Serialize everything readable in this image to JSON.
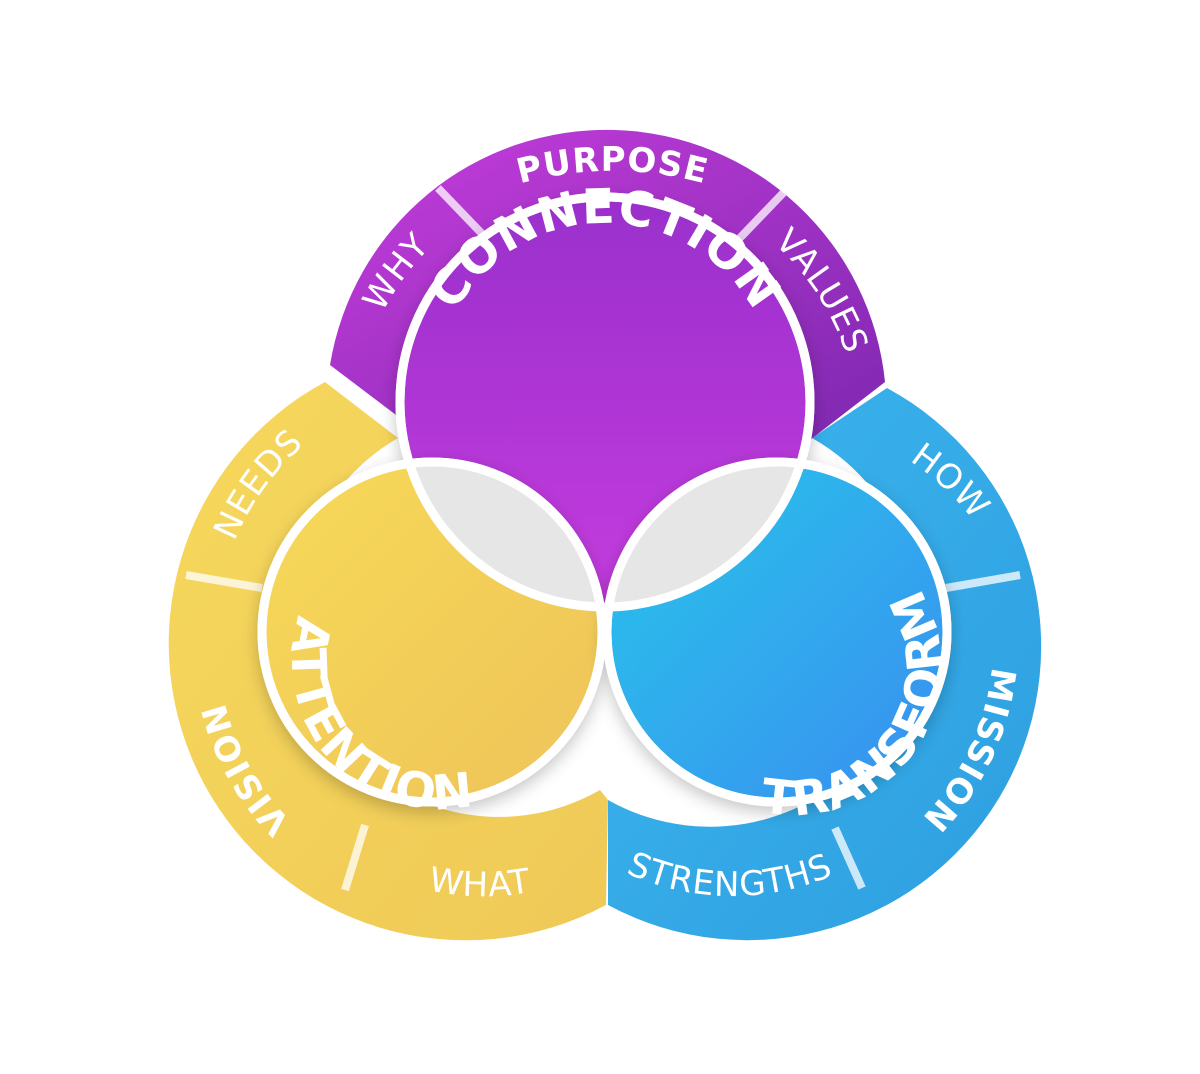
{
  "diagram": {
    "circles": [
      {
        "id": "connection",
        "label": "CONNECTION",
        "color_outer_start": "#c63ddc",
        "color_outer_end": "#7e28b0",
        "color_inner_start": "#9a2fcc",
        "color_inner_end": "#c43cde",
        "outer_segments": [
          "WHY",
          "PURPOSE",
          "VALUES"
        ]
      },
      {
        "id": "attention",
        "label": "ATTENTION",
        "color_outer_start": "#f6d85c",
        "color_outer_end": "#efc957",
        "color_inner_start": "#f7da58",
        "color_inner_end": "#eec35a",
        "outer_segments": [
          "NEEDS",
          "VISION",
          "WHAT"
        ]
      },
      {
        "id": "transform",
        "label": "TRANSFORM",
        "color_outer_start": "#3bb6ee",
        "color_outer_end": "#2e9ee0",
        "color_inner_start": "#27c6ea",
        "color_inner_end": "#3a8ef0",
        "outer_segments": [
          "HOW",
          "MISSION",
          "STRENGTHS"
        ]
      }
    ],
    "overlap_color": "#e6e6e6",
    "divider_color": "#ffffff"
  }
}
